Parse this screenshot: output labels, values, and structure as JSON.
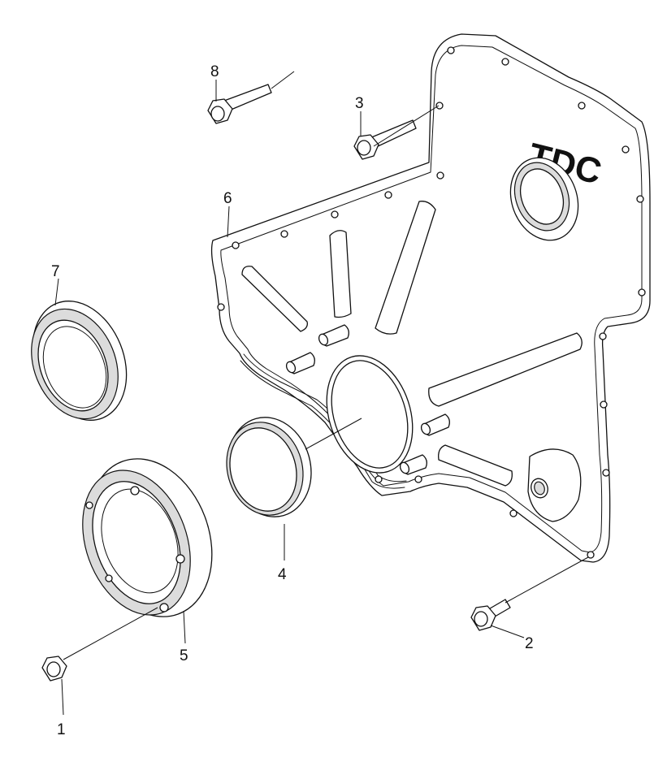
{
  "diagram": {
    "cover_marking": "TDC",
    "callouts": [
      {
        "id": "label-1",
        "text": "1"
      },
      {
        "id": "label-2",
        "text": "2"
      },
      {
        "id": "label-3",
        "text": "3"
      },
      {
        "id": "label-4",
        "text": "4"
      },
      {
        "id": "label-5",
        "text": "5"
      },
      {
        "id": "label-6",
        "text": "6"
      },
      {
        "id": "label-7",
        "text": "7"
      },
      {
        "id": "label-8",
        "text": "8"
      }
    ]
  }
}
